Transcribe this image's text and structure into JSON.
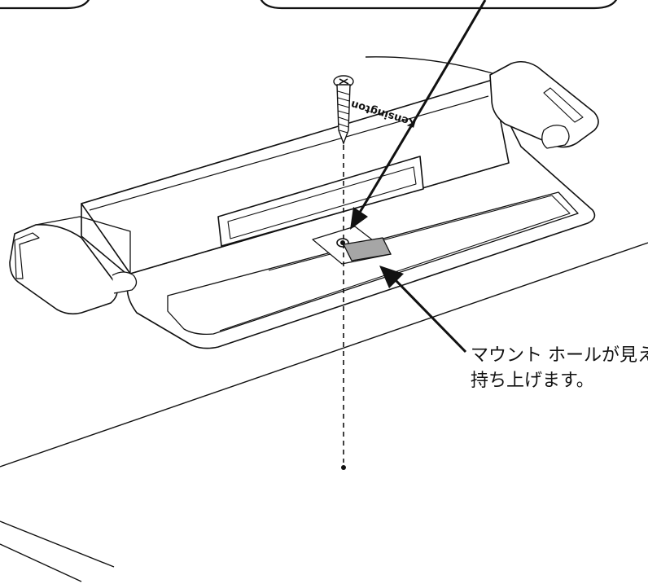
{
  "brand": {
    "logo_text": "Kensington"
  },
  "callout": {
    "lines": [
      "マウント ホールが見え",
      "持ち上げます。"
    ]
  },
  "colors": {
    "ink": "#111111",
    "tab_fill": "#a6a6a6",
    "paper": "#ffffff"
  }
}
